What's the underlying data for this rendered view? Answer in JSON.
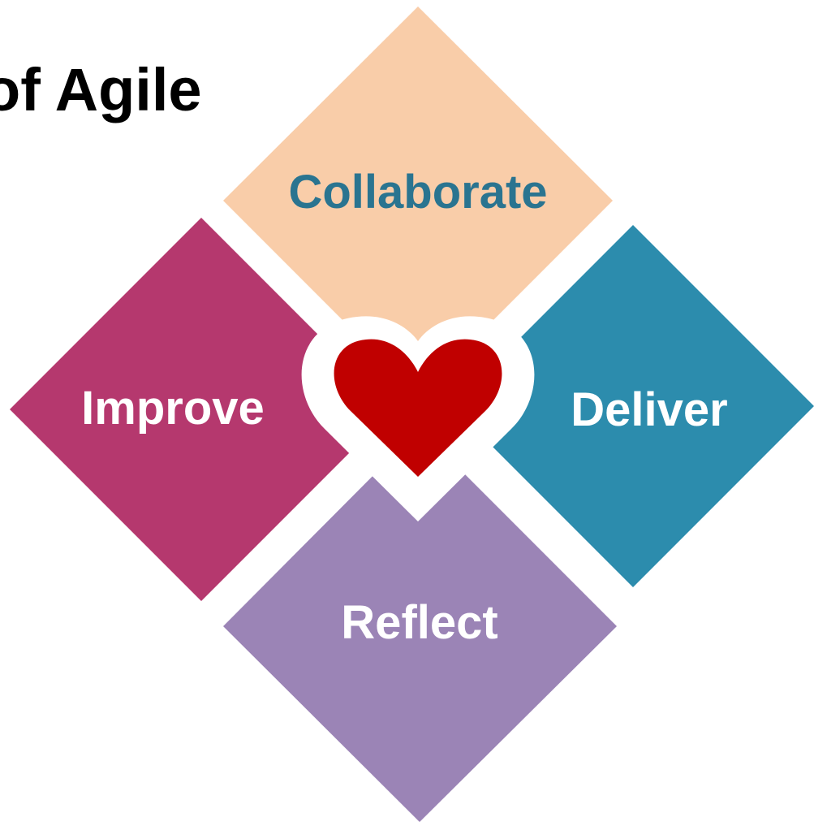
{
  "title": "of Agile",
  "quadrants": {
    "collaborate": {
      "label": "Collaborate",
      "fill": "#f9cda9",
      "text_color": "#2a7490"
    },
    "deliver": {
      "label": "Deliver",
      "fill": "#2c8cad",
      "text_color": "#ffffff"
    },
    "reflect": {
      "label": "Reflect",
      "fill": "#9b84b6",
      "text_color": "#ffffff"
    },
    "improve": {
      "label": "Improve",
      "fill": "#b5386e",
      "text_color": "#ffffff"
    }
  },
  "center": {
    "icon": "heart-icon",
    "fill": "#c00000",
    "outline": "#ffffff"
  }
}
